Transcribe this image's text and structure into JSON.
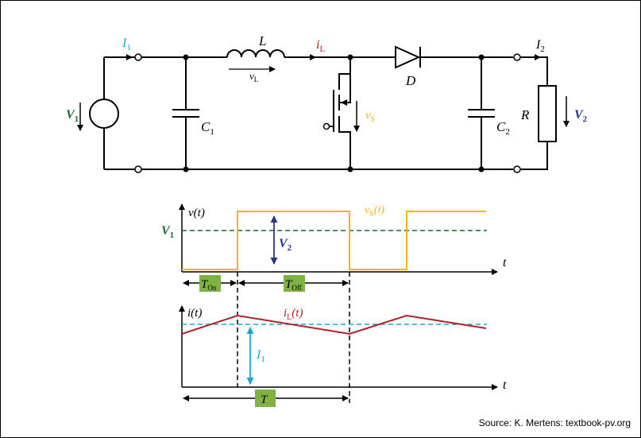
{
  "circuit": {
    "source_voltage": "V",
    "source_voltage_sub": "1",
    "input_current": "I",
    "input_current_sub": "1",
    "inductor": "L",
    "inductor_voltage": "v",
    "inductor_voltage_sub": "L",
    "inductor_current": "i",
    "inductor_current_sub": "L",
    "diode": "D",
    "input_cap": "C",
    "input_cap_sub": "1",
    "output_cap": "C",
    "output_cap_sub": "2",
    "switch_voltage": "v",
    "switch_voltage_sub": "S",
    "resistor": "R",
    "output_current": "I",
    "output_current_sub": "2",
    "output_voltage": "V",
    "output_voltage_sub": "2"
  },
  "voltage_plot": {
    "ylabel": "v(t)",
    "xlabel": "t",
    "level_label": "V",
    "level_label_sub": "1",
    "curve_label": "v",
    "curve_label_sub": "S",
    "curve_label_tail": "(t)",
    "amplitude_label": "V",
    "amplitude_label_sub": "2",
    "t_on": "T",
    "t_on_sub": "On",
    "t_off": "T",
    "t_off_sub": "Off"
  },
  "current_plot": {
    "ylabel": "i(t)",
    "xlabel": "t",
    "curve_label": "i",
    "curve_label_sub": "L",
    "curve_label_tail": "(t)",
    "avg_label": "I",
    "avg_label_sub": "1",
    "period_label": "T"
  },
  "colors": {
    "green": "#1a6b35",
    "cyan": "#1aa7d6",
    "red": "#b3202a",
    "yellow": "#f2b61a",
    "navy": "#2a3585",
    "box": "#7fb241"
  },
  "source_text": "Source: K. Mertens: textbook-pv.org"
}
